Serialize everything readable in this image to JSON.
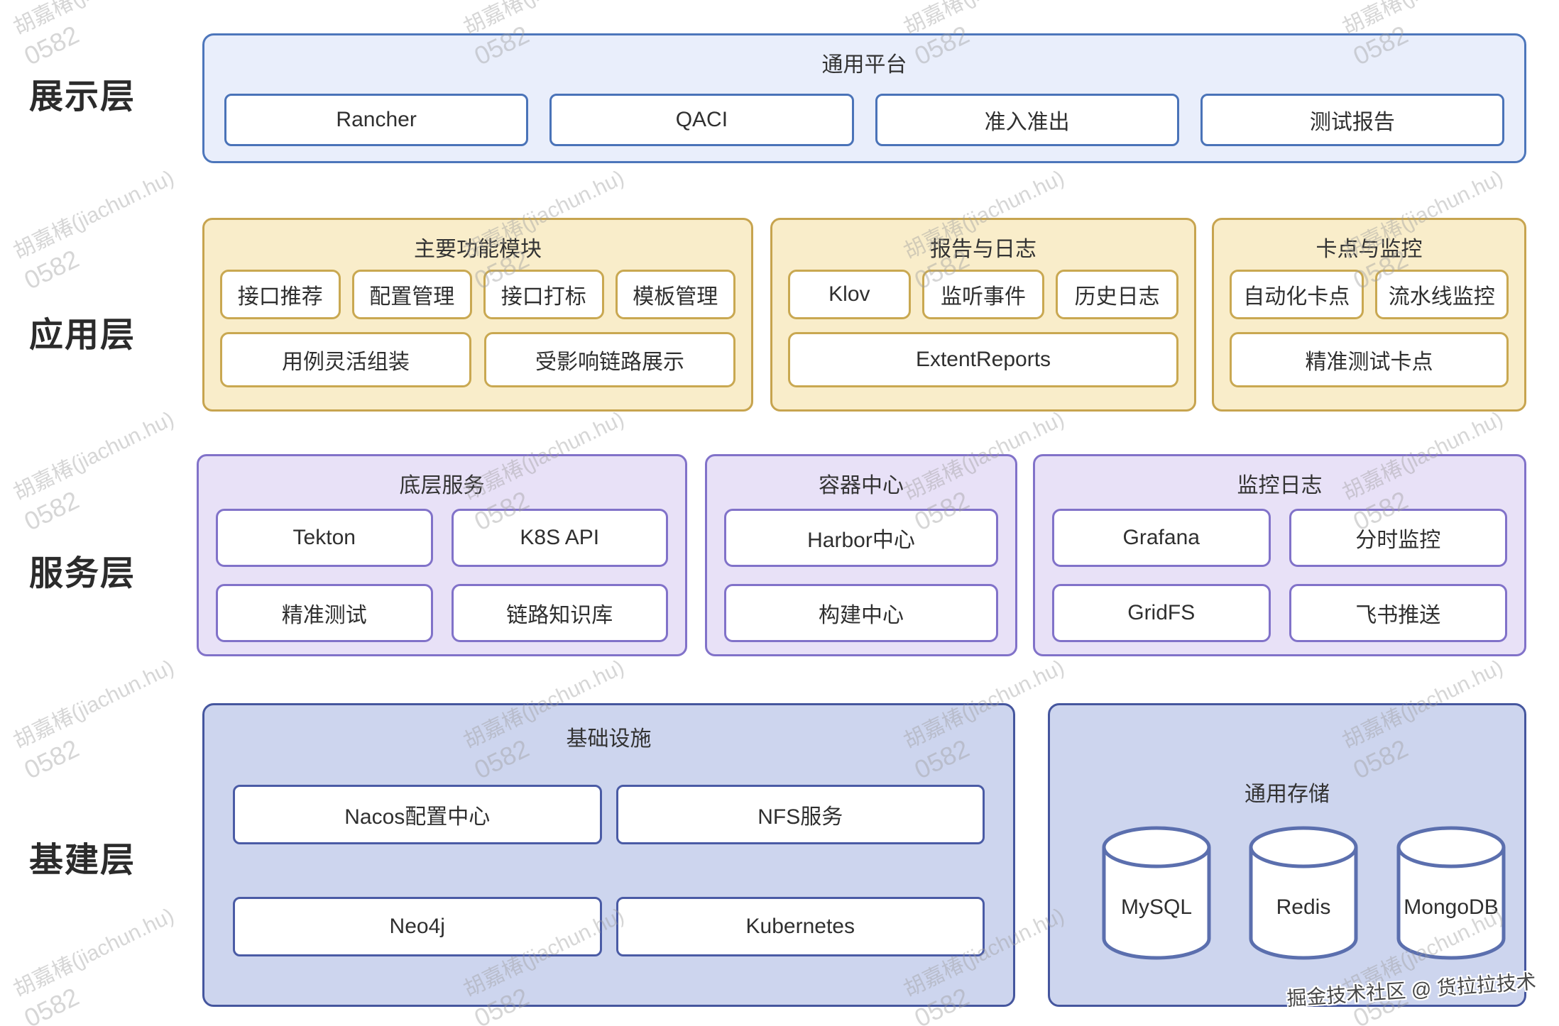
{
  "layers": [
    {
      "label": "展示层"
    },
    {
      "label": "应用层"
    },
    {
      "label": "服务层"
    },
    {
      "label": "基建层"
    }
  ],
  "presentation": {
    "title": "通用平台",
    "items": [
      "Rancher",
      "QACI",
      "准入准出",
      "测试报告"
    ]
  },
  "application": {
    "panels": [
      {
        "title": "主要功能模块",
        "rows": [
          [
            "接口推荐",
            "配置管理",
            "接口打标",
            "模板管理"
          ],
          [
            "用例灵活组装",
            "受影响链路展示"
          ]
        ]
      },
      {
        "title": "报告与日志",
        "rows": [
          [
            "Klov",
            "监听事件",
            "历史日志"
          ],
          [
            "ExtentReports"
          ]
        ]
      },
      {
        "title": "卡点与监控",
        "rows": [
          [
            "自动化卡点",
            "流水线监控"
          ],
          [
            "精准测试卡点"
          ]
        ]
      }
    ]
  },
  "service": {
    "panels": [
      {
        "title": "底层服务",
        "rows": [
          [
            "Tekton",
            "K8S API"
          ],
          [
            "精准测试",
            "链路知识库"
          ]
        ]
      },
      {
        "title": "容器中心",
        "rows": [
          [
            "Harbor中心"
          ],
          [
            "构建中心"
          ]
        ]
      },
      {
        "title": "监控日志",
        "rows": [
          [
            "Grafana",
            "分时监控"
          ],
          [
            "GridFS",
            "飞书推送"
          ]
        ]
      }
    ]
  },
  "infrastructure": {
    "infra_panel": {
      "title": "基础设施",
      "rows": [
        [
          "Nacos配置中心",
          "NFS服务"
        ],
        [
          "Neo4j",
          "Kubernetes"
        ]
      ]
    },
    "storage_panel": {
      "title": "通用存储",
      "databases": [
        "MySQL",
        "Redis",
        "MongoDB"
      ]
    }
  },
  "watermark": {
    "line1": "胡嘉椿(jiachun.hu)",
    "line2": "0582"
  },
  "credit": "掘金技术社区 @ 货拉拉技术",
  "colors": {
    "presentation_fill": "#e9eefb",
    "presentation_border": "#4d76bb",
    "application_fill": "#f9edca",
    "application_border": "#c7a44f",
    "service_fill": "#e8e1f7",
    "service_border": "#8172c9",
    "infrastructure_fill": "#cdd5ee",
    "infrastructure_border": "#45569e"
  }
}
